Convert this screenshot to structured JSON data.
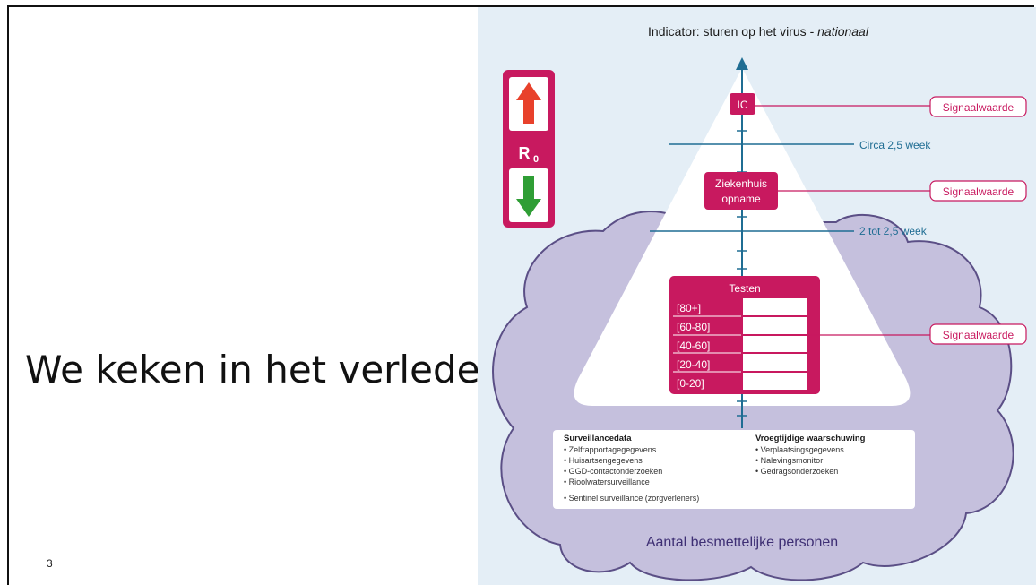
{
  "slide": {
    "title": "We keken in het verleden",
    "number": "3"
  },
  "diagram": {
    "title_main": "Indicator: sturen op het virus - ",
    "title_emphasis": "nationaal",
    "reproduction": {
      "symbol": "R",
      "subscript": "0",
      "up_arrow_color": "#e8412b",
      "down_arrow_color": "#2f9e35"
    },
    "nodes": {
      "ic": "IC",
      "ziekenhuis_line1": "Ziekenhuis",
      "ziekenhuis_line2": "opname",
      "testen": "Testen",
      "age_groups": [
        "[80+]",
        "[60-80]",
        "[40-60]",
        "[20-40]",
        "[0-20]"
      ]
    },
    "signals": [
      "Signaalwaarde",
      "Signaalwaarde",
      "Signaalwaarde"
    ],
    "delays": [
      "Circa 2,5 week",
      "2 tot 2,5 week"
    ],
    "data_sources": {
      "surveillance_heading": "Surveillancedata",
      "surveillance_items": [
        "Zelfrapportagegegevens",
        "Huisartsengegevens",
        "GGD-contactonderzoeken",
        "Rioolwatersurveillance",
        "Sentinel surveillance (zorgverleners)"
      ],
      "early_warning_heading": "Vroegtijdige waarschuwing",
      "early_warning_items": [
        "Verplaatsingsgegevens",
        "Nalevingsmonitor",
        "Gedragsonderzoeken"
      ]
    },
    "footer": "Aantal besmettelijke personen",
    "colors": {
      "magenta": "#c8195f",
      "blue": "#1f6d93",
      "cloud": "#c5c0dd",
      "cloud_border": "#5b4f86",
      "background": "#e4eef6"
    }
  }
}
